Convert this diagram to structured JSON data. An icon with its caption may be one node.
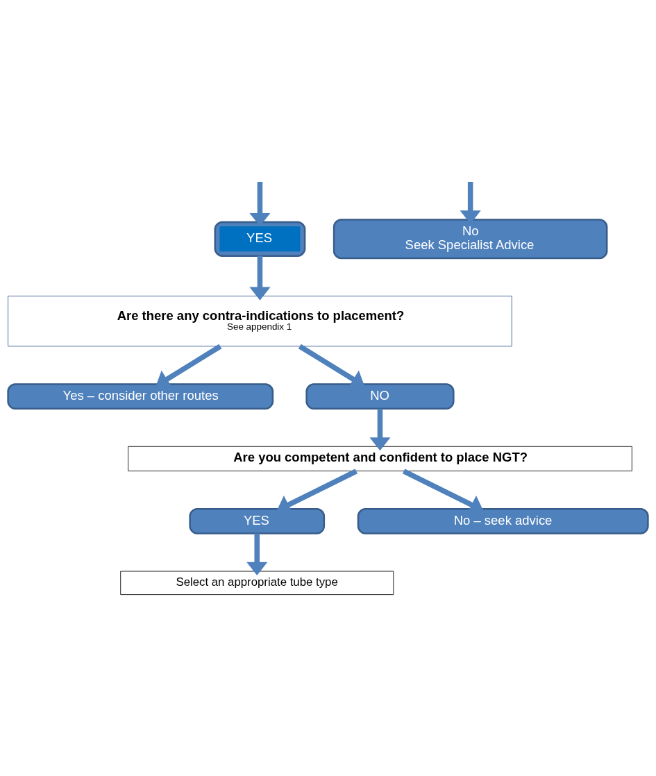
{
  "diagram": {
    "nodes": [
      {
        "text": [],
        "shape": "box"
      },
      {
        "text": [
          "YES"
        ],
        "in": 0
      },
      {
        "text": [
          "No",
          "Seek Specialist Advice"
        ]
      },
      {
        "text": [
          "Are there any contra-indications to placement?",
          "See appendix 1"
        ]
      },
      {
        "text": [
          "Yes – consider other routes"
        ]
      },
      {
        "text": [
          "NO"
        ]
      },
      {
        "text": [
          "Are you competent and confident to place NGT?"
        ]
      },
      {
        "text": [
          "YES"
        ]
      },
      {
        "text": [
          "No – seek advice"
        ]
      },
      {
        "text": [
          "Select an appropriate tube type"
        ]
      }
    ],
    "edges": [
      {
        "from": null,
        "to": 0,
        "arrow": "to"
      },
      {
        "from": null,
        "to": 2,
        "arrow": "to"
      },
      {
        "from": 0,
        "to": 3,
        "arrow": "to"
      },
      {
        "from": 3,
        "to": 4,
        "arrow": "to"
      },
      {
        "from": 3,
        "to": 5,
        "arrow": "to"
      },
      {
        "from": 5,
        "to": 6,
        "arrow": "to"
      },
      {
        "from": 6,
        "to": 7,
        "arrow": "to"
      },
      {
        "from": 6,
        "to": 8,
        "arrow": "to"
      },
      {
        "from": 7,
        "to": 9,
        "arrow": "to"
      }
    ]
  }
}
